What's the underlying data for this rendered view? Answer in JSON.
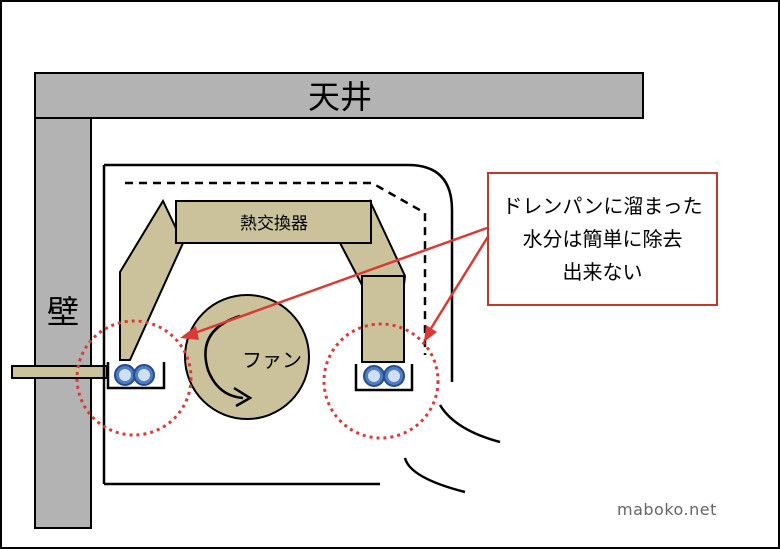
{
  "labels": {
    "ceiling": "天井",
    "wall": "壁",
    "heat_exchanger": "熱交換器",
    "fan": "ファン"
  },
  "callout": {
    "text": "ドレンパンに溜まった\n水分は簡単に除去\n出来ない"
  },
  "watermark": "maboko.net",
  "colors": {
    "structure_gray": "#b3b3b3",
    "component_tan": "#cbc29b",
    "outline": "#000000",
    "accent_red": "#d93a36",
    "drain_blue": "#4f7fc4"
  }
}
